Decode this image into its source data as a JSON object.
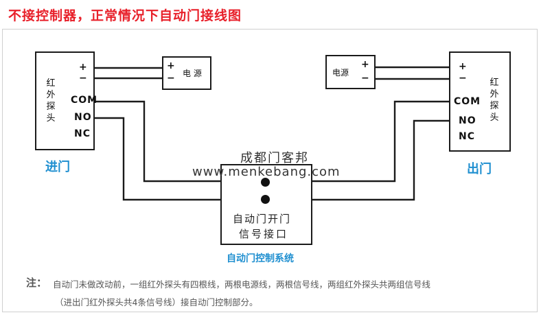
{
  "title": "不接控制器，正常情况下自动门接线图",
  "left_sensor": {
    "name_chars": [
      "红",
      "外",
      "探",
      "头"
    ],
    "plus": "+",
    "minus": "−",
    "com": "COM",
    "no": "NO",
    "nc": "NC",
    "caption": "进门"
  },
  "right_sensor": {
    "name_chars": [
      "红",
      "外",
      "探",
      "头"
    ],
    "plus": "+",
    "minus": "−",
    "com": "COM",
    "no": "NO",
    "nc": "NC",
    "caption": "出门"
  },
  "left_power": {
    "plus": "+",
    "minus": "−",
    "label": "电 源"
  },
  "right_power": {
    "plus": "+",
    "minus": "−",
    "label": "电源"
  },
  "controller": {
    "line1": "自动门开门",
    "line2": "信号接口",
    "caption": "自动门控制系统"
  },
  "watermark": {
    "cn": "成都门客邦",
    "url": "www.menkebang.com"
  },
  "note": {
    "heading": "注：",
    "line1": "自动门未做改动前，一组红外探头有四根线，两根电源线，两根信号线，两组红外探头共两组信号线",
    "line2": "（进出门红外探头共4条信号线）接自动门控制部分。"
  },
  "colors": {
    "title": "#e8202a",
    "caption_blue": "#1f8fd0",
    "wire": "#1a1a1a"
  }
}
